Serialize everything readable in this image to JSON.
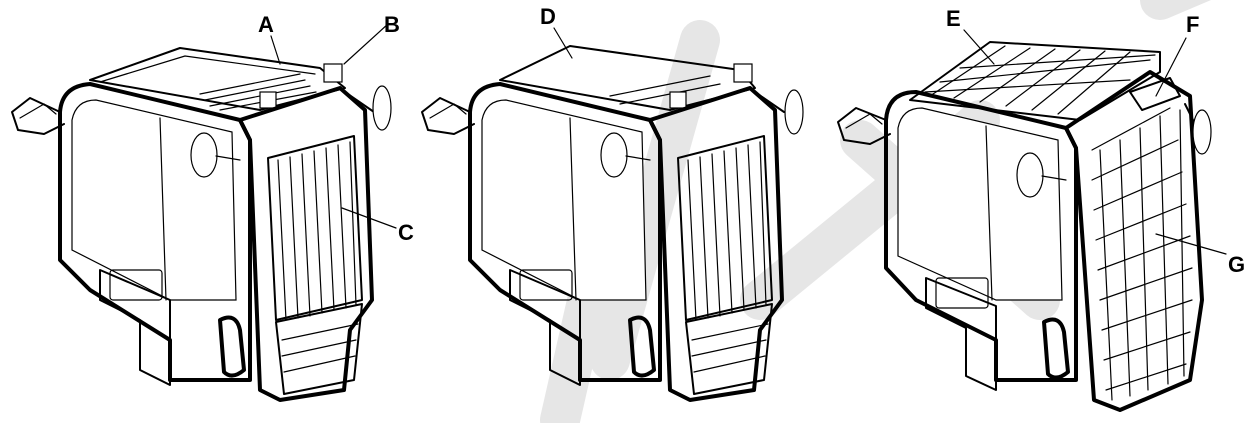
{
  "watermark_color": "#e6e6e6",
  "line_color": "#000000",
  "cabs": [
    {
      "id": "left",
      "callouts": [
        {
          "label": "A"
        },
        {
          "label": "B"
        },
        {
          "label": "C"
        }
      ]
    },
    {
      "id": "middle",
      "callouts": [
        {
          "label": "D"
        }
      ]
    },
    {
      "id": "right",
      "callouts": [
        {
          "label": "E"
        },
        {
          "label": "F"
        },
        {
          "label": "G"
        }
      ]
    }
  ]
}
